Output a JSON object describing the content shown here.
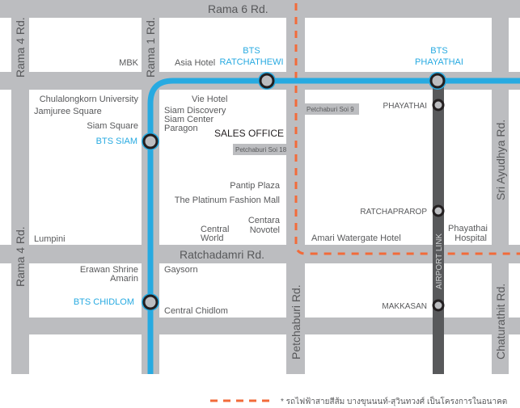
{
  "colors": {
    "road": "#bcbdc0",
    "bts_line": "#27aae1",
    "airport_link": "#58595b",
    "orange_line": "#f26b3a",
    "text": "#58595b",
    "bts_text": "#27aae1"
  },
  "roads": {
    "rama6": "Rama 6 Rd.",
    "rama4_top": "Rama 4 Rd.",
    "rama4_bottom": "Rama 4 Rd.",
    "rama1": "Rama 1 Rd.",
    "ratchadamri": "Ratchadamri Rd.",
    "petchaburi": "Petchaburi Rd.",
    "sri_ayudhya": "Sri Ayudhya Rd.",
    "chaturathit": "Chaturathit Rd.",
    "soi9": "Petchaburi Soi 9",
    "soi18": "Petchaburi Soi 18"
  },
  "bts_stations": {
    "ratchathewi": [
      "BTS",
      "RATCHATHEWI"
    ],
    "phayathai": [
      "BTS",
      "PHAYATHAI"
    ],
    "siam": "BTS SIAM",
    "chidlom": "BTS CHIDLOM"
  },
  "airport_link": {
    "label": "AIRPORT LINK",
    "stations": [
      "PHAYATHAI",
      "RATCHAPRAROP",
      "MAKKASAN"
    ]
  },
  "landmarks": {
    "mbk": "MBK",
    "asia_hotel": "Asia Hotel",
    "chula": "Chulalongkorn University",
    "jamjuree": "Jamjuree Square",
    "siam_square": "Siam Square",
    "vie_hotel": "Vie Hotel",
    "siam_discovery": "Siam Discovery",
    "siam_center": "Siam Center",
    "paragon": "Paragon",
    "sales_office": "SALES OFFICE",
    "pantip": "Pantip Plaza",
    "platinum": "The Platinum Fashion Mall",
    "centara": [
      "Centara",
      "Novotel"
    ],
    "central_world": [
      "Central",
      "World"
    ],
    "lumpini": "Lumpini",
    "amari": "Amari Watergate Hotel",
    "phayathai_hospital": [
      "Phayathai",
      "Hospital"
    ],
    "erawan": "Erawan Shrine",
    "amarin": "Amarin",
    "gaysorn": "Gaysorn",
    "central_chidlom": "Central Chidlom"
  },
  "legend": {
    "note": "* รถไฟฟ้าสายสีส้ม บางขุนนนท์-สุวินทวงศ์ เป็นโครงการในอนาคต"
  }
}
